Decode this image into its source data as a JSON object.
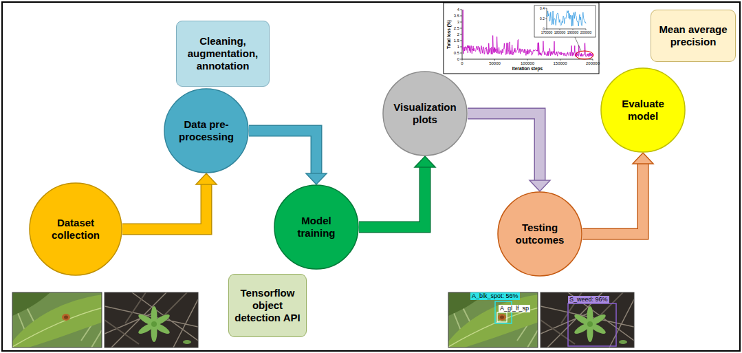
{
  "diagram": {
    "nodes": [
      {
        "text": [
          "Dataset collection"
        ]
      },
      {
        "text": [
          "Data pre-processing"
        ]
      },
      {
        "text": [
          "Cleaning, augmentation, annotation"
        ]
      },
      {
        "text": [
          "Model training"
        ]
      },
      {
        "text": [
          "Tensorflow object detection API"
        ]
      },
      {
        "text": [
          "Visualization plots"
        ]
      },
      {
        "text": [
          "Testing outcomes"
        ]
      },
      {
        "text": [
          "Evaluate model"
        ]
      },
      {
        "text": [
          "Mean average precision"
        ]
      }
    ],
    "edges": [
      {
        "from": 0,
        "to": 1,
        "arrow": "to"
      },
      {
        "from": 1,
        "to": 3,
        "arrow": "to"
      },
      {
        "from": 3,
        "to": 5,
        "arrow": "to"
      },
      {
        "from": 5,
        "to": 6,
        "arrow": "to"
      },
      {
        "from": 6,
        "to": 7,
        "arrow": "to"
      }
    ],
    "labels": [
      "4",
      "3.5",
      "3",
      "2.5",
      "2",
      "1.5",
      "1",
      "0.5",
      "0",
      "Total loss (%)",
      "0",
      "50000",
      "100000",
      "150000",
      "200000",
      "Iteration steps",
      "0.4",
      "0.2",
      "0",
      "170000",
      "180000",
      "190000",
      "200000",
      "A_blk_spot: 56%",
      "A_gl_lf_sp",
      "S_weed: 96%"
    ]
  }
}
